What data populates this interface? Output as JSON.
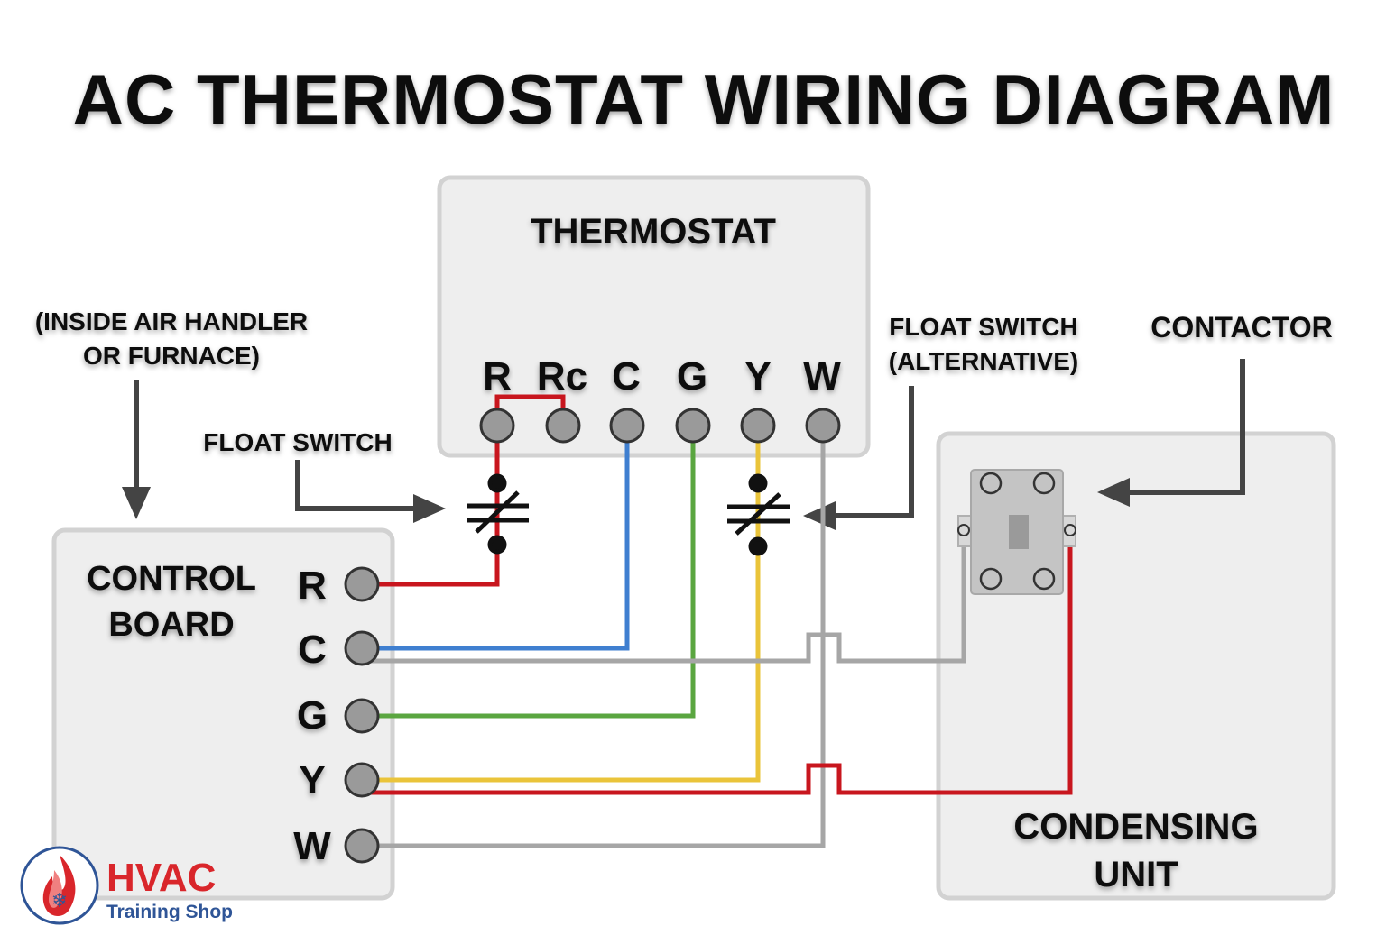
{
  "title": "AC THERMOSTAT WIRING DIAGRAM",
  "thermostat": {
    "label": "THERMOSTAT",
    "terminals": [
      "R",
      "Rc",
      "C",
      "G",
      "Y",
      "W"
    ]
  },
  "control_board": {
    "label_line1": "CONTROL",
    "label_line2": "BOARD",
    "terminals": [
      "R",
      "C",
      "G",
      "Y",
      "W"
    ]
  },
  "condensing_unit": {
    "label_line1": "CONDENSING",
    "label_line2": "UNIT"
  },
  "callouts": {
    "inside_line1": "(INSIDE AIR HANDLER",
    "inside_line2": "OR FURNACE)",
    "float_switch": "FLOAT SWITCH",
    "float_alt_line1": "FLOAT SWITCH",
    "float_alt_line2": "(ALTERNATIVE)",
    "contactor": "CONTACTOR"
  },
  "logo": {
    "brand": "HVAC",
    "subtitle": "Training Shop"
  },
  "colors": {
    "red": "#c8161e",
    "blue": "#3f7fd0",
    "green": "#5aa640",
    "yellow": "#eac43a",
    "gray": "#a6a6a6",
    "panel_fill": "#eeeeee",
    "panel_stroke": "#d2d2d2"
  }
}
